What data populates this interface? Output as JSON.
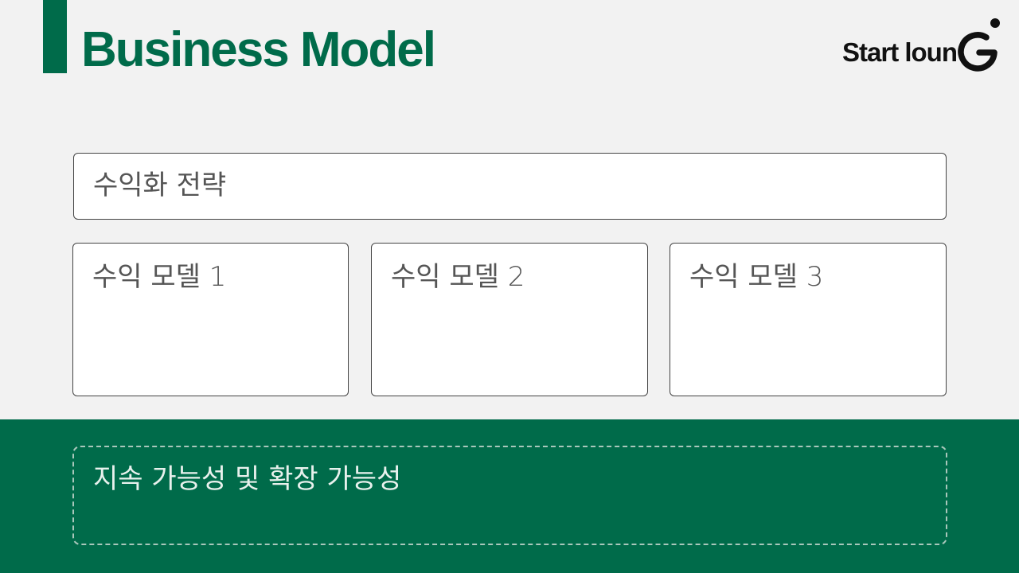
{
  "slide": {
    "title": "Business Model",
    "logo_text": "Start loun"
  },
  "strategy": {
    "label": "수익화 전략"
  },
  "models": [
    {
      "label": "수익 모델 1"
    },
    {
      "label": "수익 모델 2"
    },
    {
      "label": "수익 모델 3"
    }
  ],
  "sustainability": {
    "label": "지속 가능성 및 확장 가능성"
  },
  "colors": {
    "brand_green": "#006b4a",
    "background": "#f2f2f2",
    "logo_black": "#111111"
  },
  "icons": {
    "logo_mark": "g-letter-logo-icon"
  }
}
